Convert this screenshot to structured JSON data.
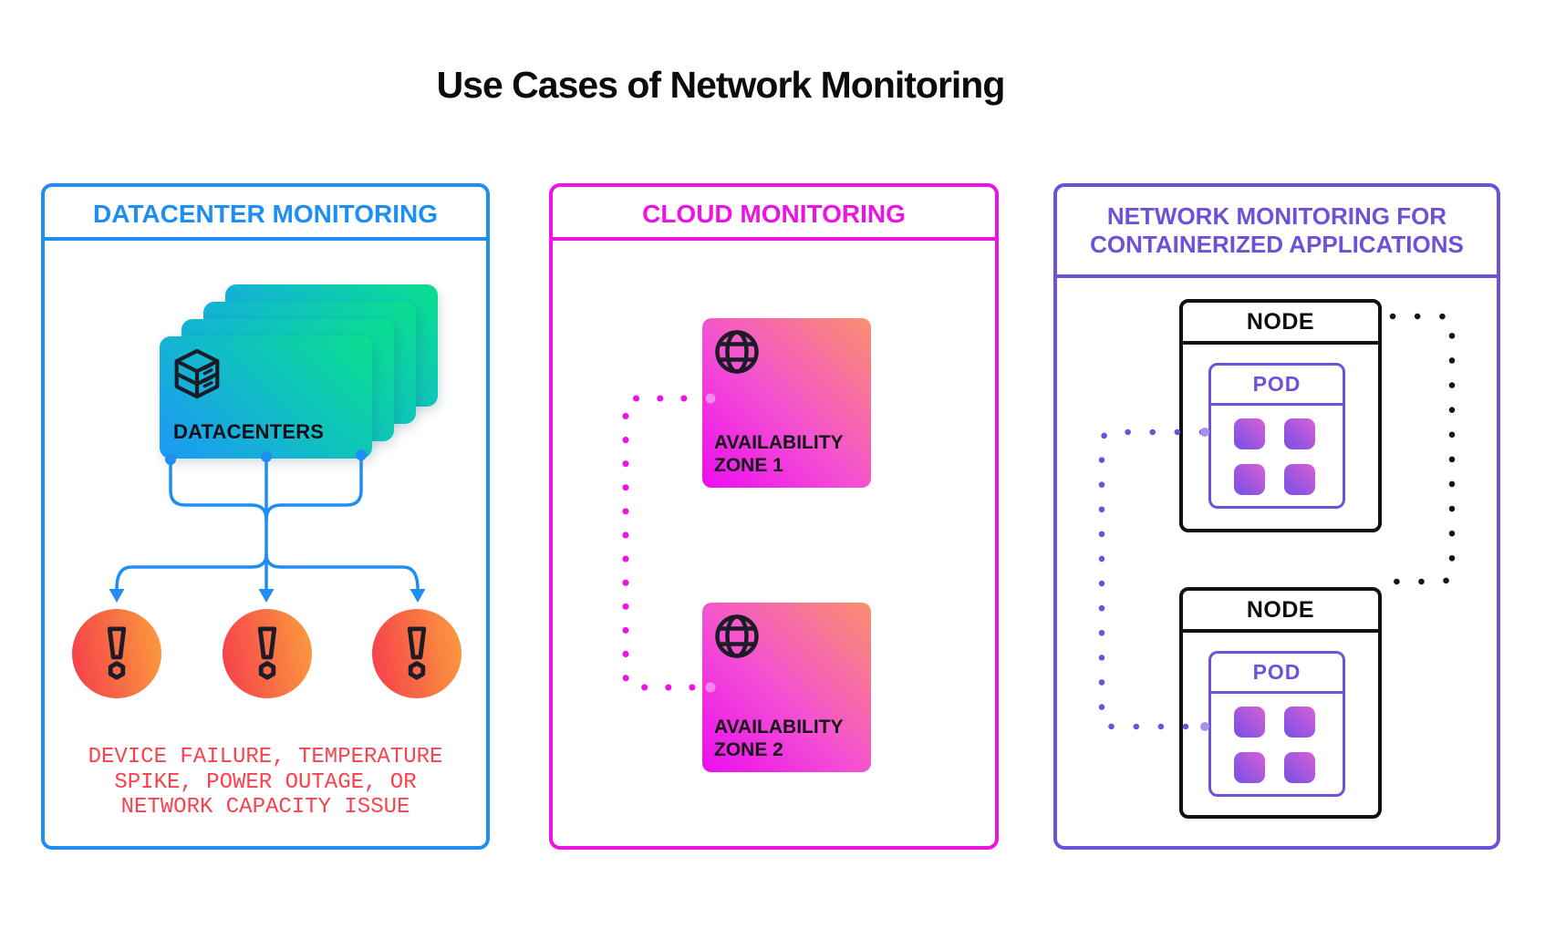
{
  "title": "Use Cases of Network Monitoring",
  "panels": [
    {
      "id": "datacenter",
      "header": "DATACENTER MONITORING",
      "accent_color": "#1d8ef2",
      "card_label": "DATACENTERS",
      "card_count": 4,
      "card_gradient": [
        "#1d97f8",
        "#0ae08d"
      ],
      "alert_count": 3,
      "alert_gradient": [
        "#f63c4c",
        "#fb9e3d"
      ],
      "caption_color": "#f8424f",
      "caption_lines": [
        "DEVICE FAILURE, TEMPERATURE",
        "SPIKE, POWER OUTAGE, OR",
        "NETWORK CAPACITY ISSUE"
      ]
    },
    {
      "id": "cloud",
      "header": "CLOUD MONITORING",
      "accent_color": "#ec13e4",
      "zone_gradient": [
        "#ec0cf0",
        "#fa8f6e"
      ],
      "zones": [
        {
          "label": "AVAILABILITY ZONE 1"
        },
        {
          "label": "AVAILABILITY ZONE 2"
        }
      ]
    },
    {
      "id": "containers",
      "header": "NETWORK MONITORING FOR CONTAINERIZED APPLICATIONS",
      "accent_color": "#6f51d8",
      "container_gradient": [
        "#d95fd6",
        "#7450e6"
      ],
      "nodes": [
        {
          "label": "NODE",
          "pod_label": "POD",
          "container_count": 4
        },
        {
          "label": "NODE",
          "pod_label": "POD",
          "container_count": 4
        }
      ]
    }
  ],
  "icons": {
    "server_stack": "isometric-server-stack-icon",
    "globe": "globe-icon",
    "warning": "warning-exclamation-icon"
  }
}
